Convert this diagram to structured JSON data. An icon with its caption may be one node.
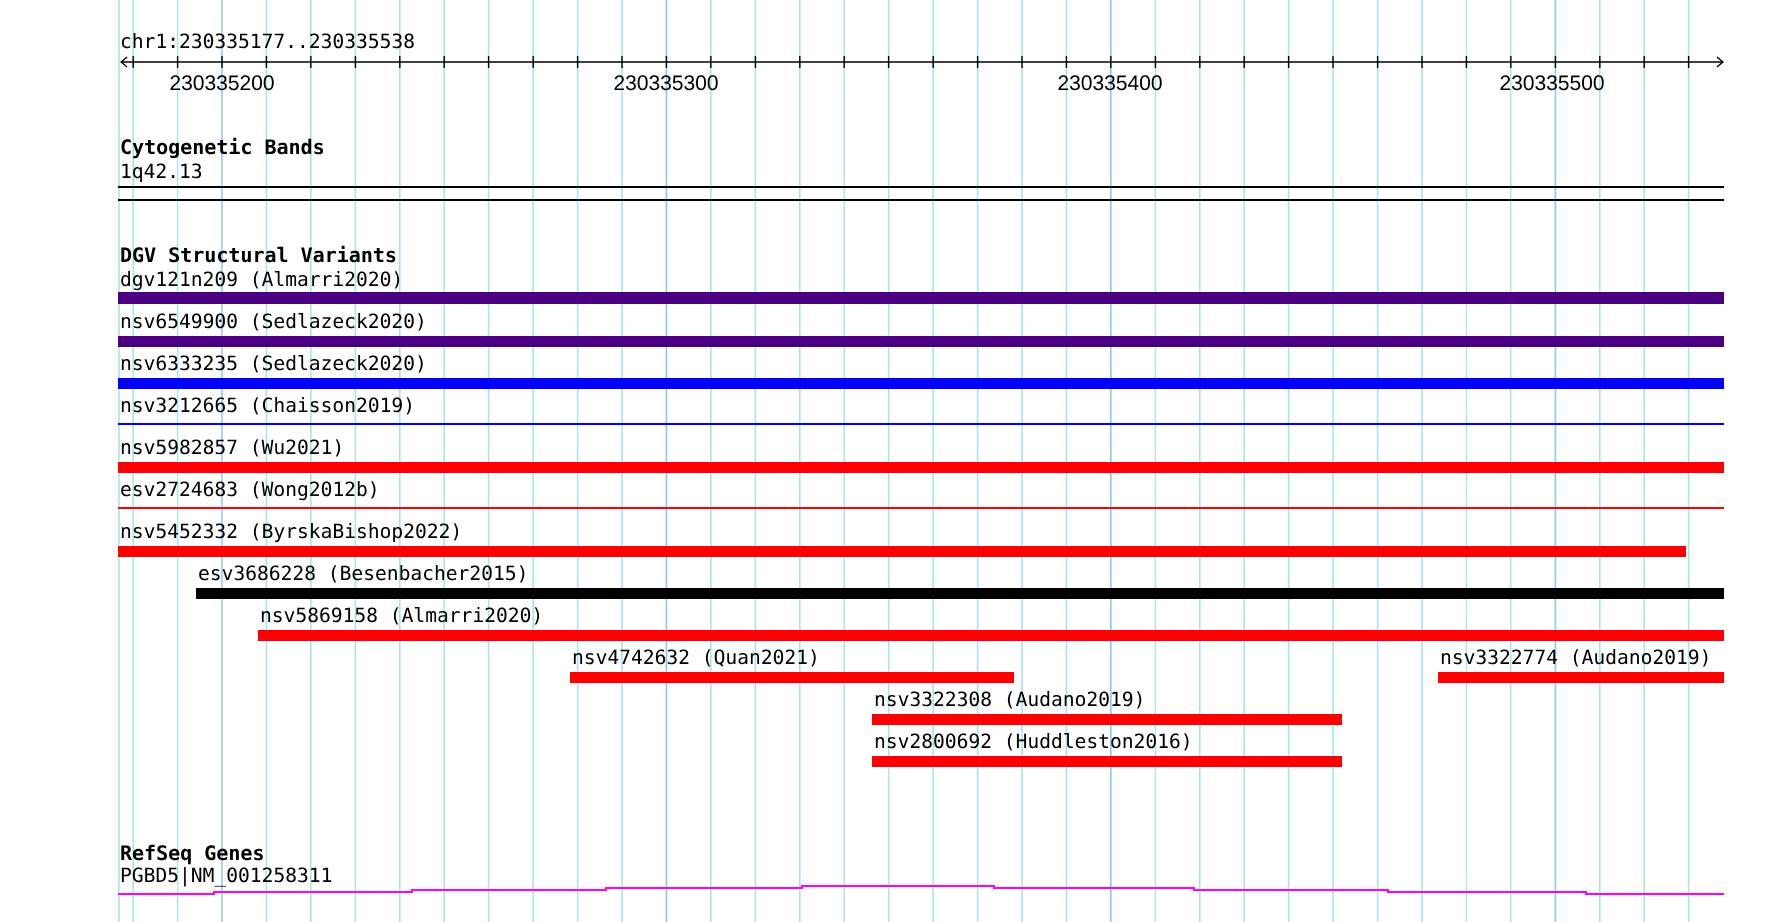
{
  "diagram": {
    "nodes": [
      {
        "text": [
          "1q42.13"
        ]
      },
      {
        "text": [
          "dgv121n209 (Almarri2020)"
        ]
      },
      {
        "text": [
          "nsv6549900 (Sedlazeck2020)"
        ]
      },
      {
        "text": [
          "nsv6333235 (Sedlazeck2020)"
        ]
      },
      {
        "text": [
          "nsv3212665 (Chaisson2019)"
        ]
      },
      {
        "text": [
          "nsv5982857 (Wu2021)"
        ]
      },
      {
        "text": [
          "esv2724683 (Wong2012b)"
        ]
      },
      {
        "text": [
          "nsv5452332 (ByrskaBishop2022)"
        ]
      },
      {
        "text": [
          "esv3686228 (Besenbacher2015)"
        ]
      },
      {
        "text": [
          "nsv5869158 (Almarri2020)"
        ]
      },
      {
        "text": [
          "nsv4742632 (Quan2021)"
        ]
      },
      {
        "text": [
          "nsv3322774 (Audano2019)"
        ]
      },
      {
        "text": [
          "nsv3322308 (Audano2019)"
        ]
      },
      {
        "text": [
          "nsv2800692 (Huddleston2016)"
        ]
      },
      {
        "text": [
          "PGBD5|NM_001258311"
        ]
      }
    ],
    "labels": [
      "chr1:230335177..230335538",
      "230335200",
      "230335300",
      "230335400",
      "230335500",
      "Cytogenetic Bands",
      "DGV Structural Variants",
      "RefSeq Genes"
    ]
  }
}
